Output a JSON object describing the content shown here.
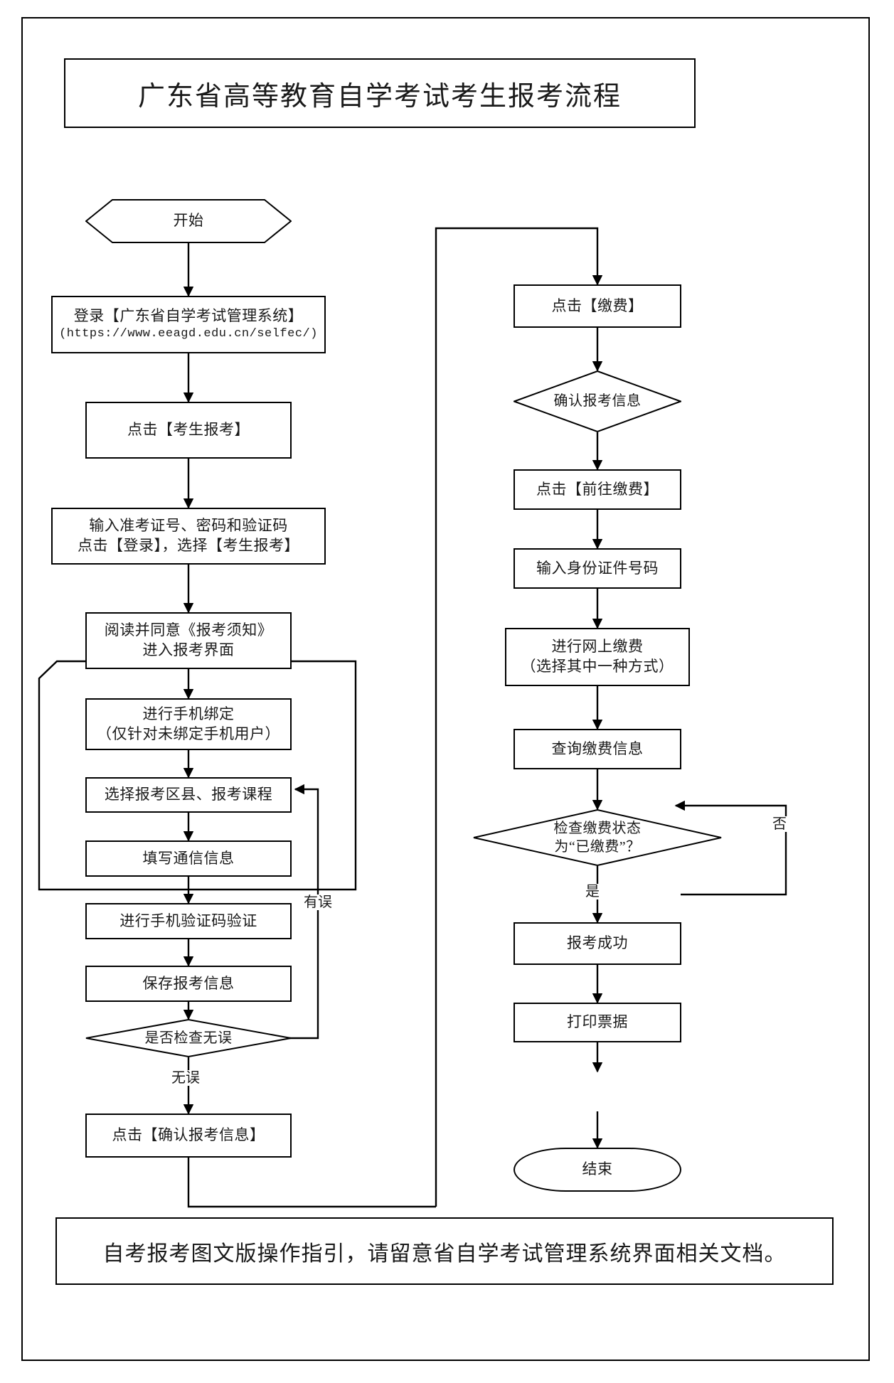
{
  "document": {
    "title": "广东省高等教育自学考试考生报考流程",
    "footer_note": "自考报考图文版操作指引，请留意省自学考试管理系统界面相关文档。"
  },
  "flow": {
    "left_column": {
      "start": {
        "label": "开始",
        "shape": "hexagon"
      },
      "login": {
        "line1": "登录【广东省自学考试管理系统】",
        "line2": "(https://www.eeagd.edu.cn/selfec/)",
        "shape": "process"
      },
      "click_register": {
        "label": "点击【考生报考】",
        "shape": "process"
      },
      "enter_credentials": {
        "line1": "输入准考证号、密码和验证码",
        "line2": "点击【登录】，选择【考生报考】",
        "shape": "process"
      },
      "read_notice": {
        "line1": "阅读并同意《报考须知》",
        "line2": "进入报考界面",
        "shape": "process"
      },
      "bind_phone": {
        "line1": "进行手机绑定",
        "line2": "（仅针对未绑定手机用户）",
        "shape": "process"
      },
      "select_district_course": {
        "label": "选择报考区县、报考课程",
        "shape": "process"
      },
      "fill_contact": {
        "label": "填写通信信息",
        "shape": "process"
      },
      "verify_sms_code": {
        "label": "进行手机验证码验证",
        "shape": "process"
      },
      "save_info": {
        "label": "保存报考信息",
        "shape": "process"
      },
      "check_decision": {
        "label": "是否检查无误",
        "shape": "diamond"
      },
      "confirm_info": {
        "label": "点击【确认报考信息】",
        "shape": "process"
      }
    },
    "right_column": {
      "click_pay": {
        "label": "点击【缴费】",
        "shape": "process"
      },
      "confirm_exam_info": {
        "label": "确认报考信息",
        "shape": "diamond"
      },
      "click_goto_pay": {
        "label": "点击【前往缴费】",
        "shape": "process"
      },
      "enter_id_number": {
        "label": "输入身份证件号码",
        "shape": "process"
      },
      "online_payment": {
        "line1": "进行网上缴费",
        "line2": "（选择其中一种方式）",
        "shape": "process"
      },
      "query_payment": {
        "label": "查询缴费信息",
        "shape": "process"
      },
      "payment_status_decision": {
        "line1": "检查缴费状态",
        "line2": "为“已缴费”？",
        "shape": "diamond"
      },
      "register_success": {
        "label": "报考成功",
        "shape": "process"
      },
      "print_receipt": {
        "label": "打印票据",
        "shape": "process"
      },
      "end": {
        "label": "结束",
        "shape": "terminator"
      }
    },
    "edge_labels": {
      "has_error": "有误",
      "no_error": "无误",
      "yes": "是",
      "no": "否"
    }
  },
  "colors": {
    "stroke": "#000000",
    "background": "#ffffff",
    "text": "#1a1a1a"
  }
}
